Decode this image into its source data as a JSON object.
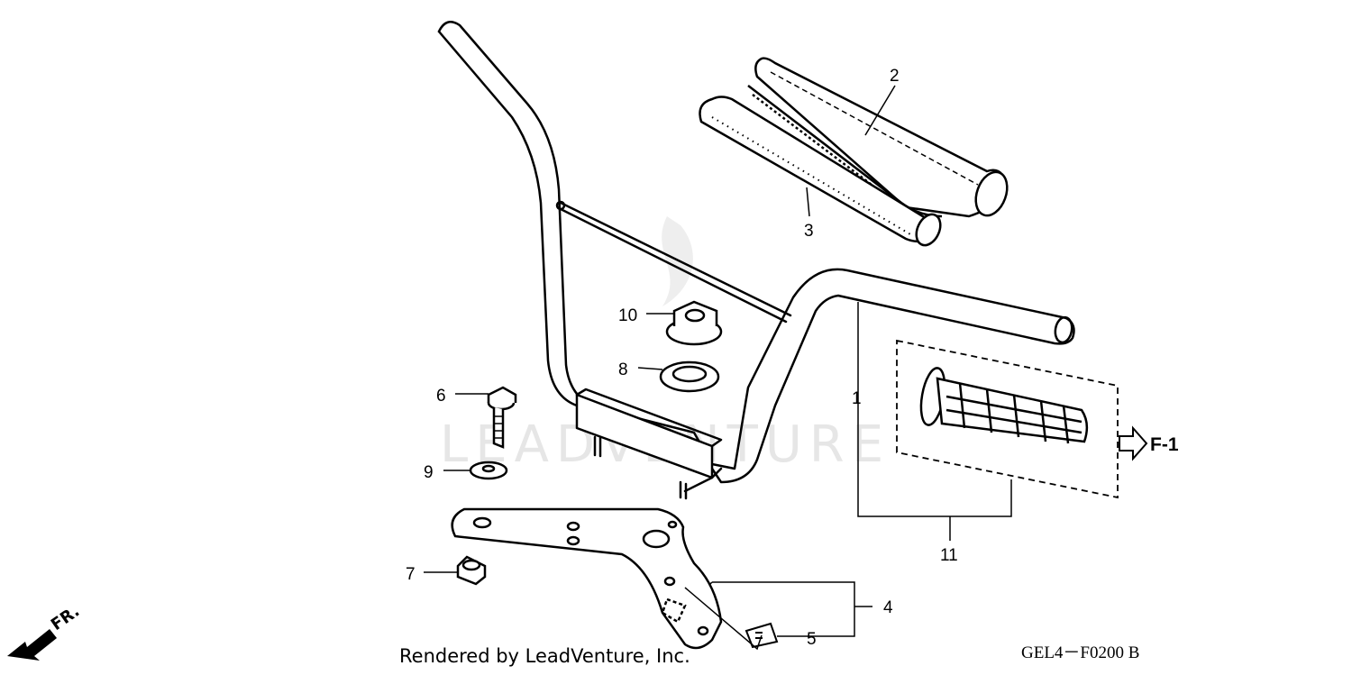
{
  "callouts": [
    {
      "id": "p1",
      "text": "1"
    },
    {
      "id": "p2",
      "text": "2"
    },
    {
      "id": "p3",
      "text": "3"
    },
    {
      "id": "p4",
      "text": "4"
    },
    {
      "id": "p5",
      "text": "5"
    },
    {
      "id": "p6",
      "text": "6"
    },
    {
      "id": "p7",
      "text": "7"
    },
    {
      "id": "p8",
      "text": "8"
    },
    {
      "id": "p9",
      "text": "9"
    },
    {
      "id": "p10",
      "text": "10"
    },
    {
      "id": "p11",
      "text": "11"
    }
  ],
  "reference": {
    "text": "F-1"
  },
  "front_indicator": {
    "text": "FR."
  },
  "watermark": {
    "text": "LEADVENTURE"
  },
  "credit": {
    "text": "Rendered by LeadVenture, Inc."
  },
  "diagram_code": {
    "text": "GEL4－F0200 B"
  },
  "colors": {
    "ink": "#000000",
    "watermark": "#e6e6e6",
    "background": "#ffffff"
  }
}
